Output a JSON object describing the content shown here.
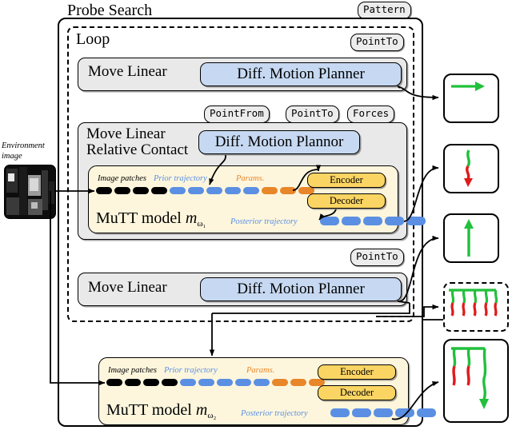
{
  "diagram": {
    "title": "Probe Search",
    "top_tag": "Pattern",
    "loop": {
      "label": "Loop",
      "tag": "PointTo"
    },
    "skills": [
      {
        "name": "Move Linear",
        "planner": "Diff. Motion Planner",
        "tags": []
      },
      {
        "name_line1": "Move Linear",
        "name_line2": "Relative Contact",
        "planner": "Diff. Motion Plannor",
        "tags": [
          "PointFrom",
          "PointTo",
          "Forces"
        ]
      },
      {
        "name": "Move Linear",
        "planner": "Diff. Motion Planner",
        "tag": "PointTo"
      }
    ],
    "mutt_models": [
      {
        "title": "MuTT model",
        "subscript_base": "m",
        "subscript": "ω₁",
        "token_labels": {
          "image_patches": "Image patches",
          "prior_trajectory": "Prior trajectory",
          "params": "Params.",
          "posterior_trajectory": "Posterior trajectory"
        },
        "token_counts": {
          "image_patches": 4,
          "prior_trajectory": 5,
          "params": 3,
          "posterior": 5
        },
        "encoder": "Encoder",
        "decoder": "Decoder"
      },
      {
        "title": "MuTT model",
        "subscript_base": "m",
        "subscript": "ω₂",
        "token_labels": {
          "image_patches": "Image patches",
          "prior_trajectory": "Prior trajectory",
          "params": "Params.",
          "posterior_trajectory": "Posterior trajectory"
        },
        "token_counts": {
          "image_patches": 4,
          "prior_trajectory": 5,
          "params": 3,
          "posterior": 5
        },
        "encoder": "Encoder",
        "decoder": "Decoder"
      }
    ],
    "environment": {
      "caption_line1": "Environment",
      "caption_line2": "image"
    },
    "panels": [
      {
        "name": "panel-right-arrow",
        "style": "solid"
      },
      {
        "name": "panel-down-wiggle",
        "style": "solid"
      },
      {
        "name": "panel-up-arrow",
        "style": "solid"
      },
      {
        "name": "panel-multi-probe",
        "style": "dashed"
      },
      {
        "name": "panel-final-trajectory",
        "style": "solid"
      }
    ],
    "colors": {
      "planner_blue": "#c7d9f2",
      "mutt_yellow": "#fdf6dd",
      "encoder_yellow": "#fbd563",
      "token_blue": "#5b8fe3",
      "token_orange": "#e8862a",
      "skill_grey": "#e9e9e9",
      "traj_green": "#22c03c",
      "traj_red": "#e01b1b"
    }
  }
}
